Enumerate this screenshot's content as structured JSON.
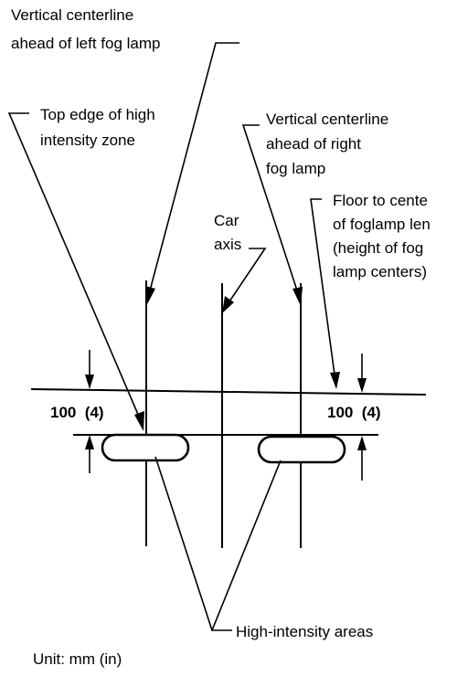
{
  "labels": {
    "left_centerline_1": "Vertical centerline",
    "left_centerline_2": "ahead of left fog lamp",
    "top_edge_1": "Top edge of high",
    "top_edge_2": "intensity zone",
    "right_centerline_1": "Vertical centerline",
    "right_centerline_2": "ahead of right",
    "right_centerline_3": "fog lamp",
    "car_axis_1": "Car",
    "car_axis_2": "axis",
    "floor_1": "Floor to cente",
    "floor_2": "of foglamp len",
    "floor_3": "(height of fog",
    "floor_4": "lamp centers)",
    "dim_left": "100  (4)",
    "dim_right": "100  (4)",
    "high_intensity": "High-intensity areas",
    "unit": "Unit: mm (in)"
  }
}
